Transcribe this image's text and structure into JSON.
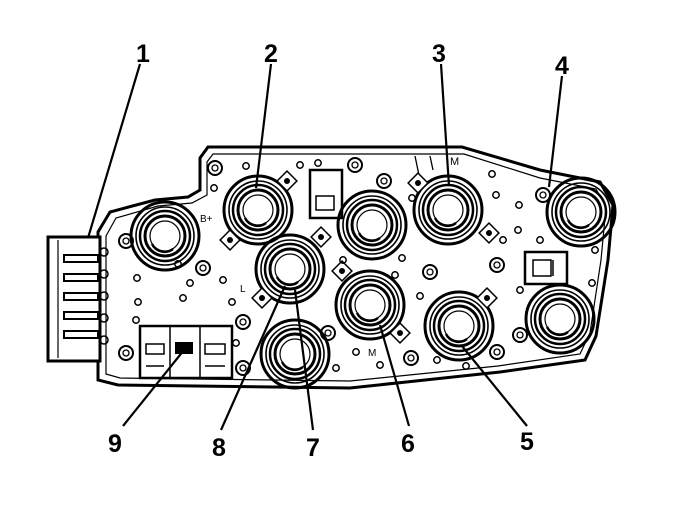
{
  "callouts": [
    {
      "id": "1",
      "label": "1"
    },
    {
      "id": "2",
      "label": "2"
    },
    {
      "id": "3",
      "label": "3"
    },
    {
      "id": "4",
      "label": "4"
    },
    {
      "id": "5",
      "label": "5"
    },
    {
      "id": "6",
      "label": "6"
    },
    {
      "id": "7",
      "label": "7"
    },
    {
      "id": "8",
      "label": "8"
    },
    {
      "id": "9",
      "label": "9"
    }
  ],
  "board_marks": {
    "m_top": "M",
    "m_mid": "M",
    "l_mark": "L",
    "b_mark": "B+"
  },
  "colors": {
    "ink": "#000000",
    "paper": "#ffffff"
  }
}
